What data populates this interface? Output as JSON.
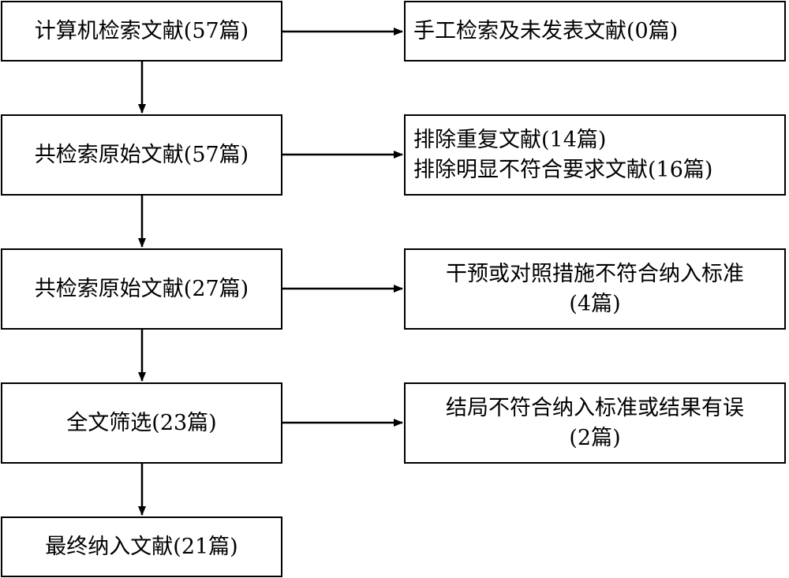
{
  "main_steps": [
    {
      "label": "计算机检索文献(57篇)"
    },
    {
      "label": "共检索原始文献(57篇)"
    },
    {
      "label": "共检索原始文献(27篇)"
    },
    {
      "label": "全文筛选(23篇)"
    },
    {
      "label": "最终纳入文献(21篇)"
    }
  ],
  "side_notes": [
    {
      "lines": [
        "手工检索及未发表文献(0篇)"
      ]
    },
    {
      "lines": [
        "排除重复文献(14篇)",
        "排除明显不符合要求文献(16篇)"
      ]
    },
    {
      "lines": [
        "干预或对照措施不符合纳入标准",
        "(4篇)"
      ]
    },
    {
      "lines": [
        "结局不符合纳入标准或结果有误",
        "(2篇)"
      ]
    }
  ]
}
